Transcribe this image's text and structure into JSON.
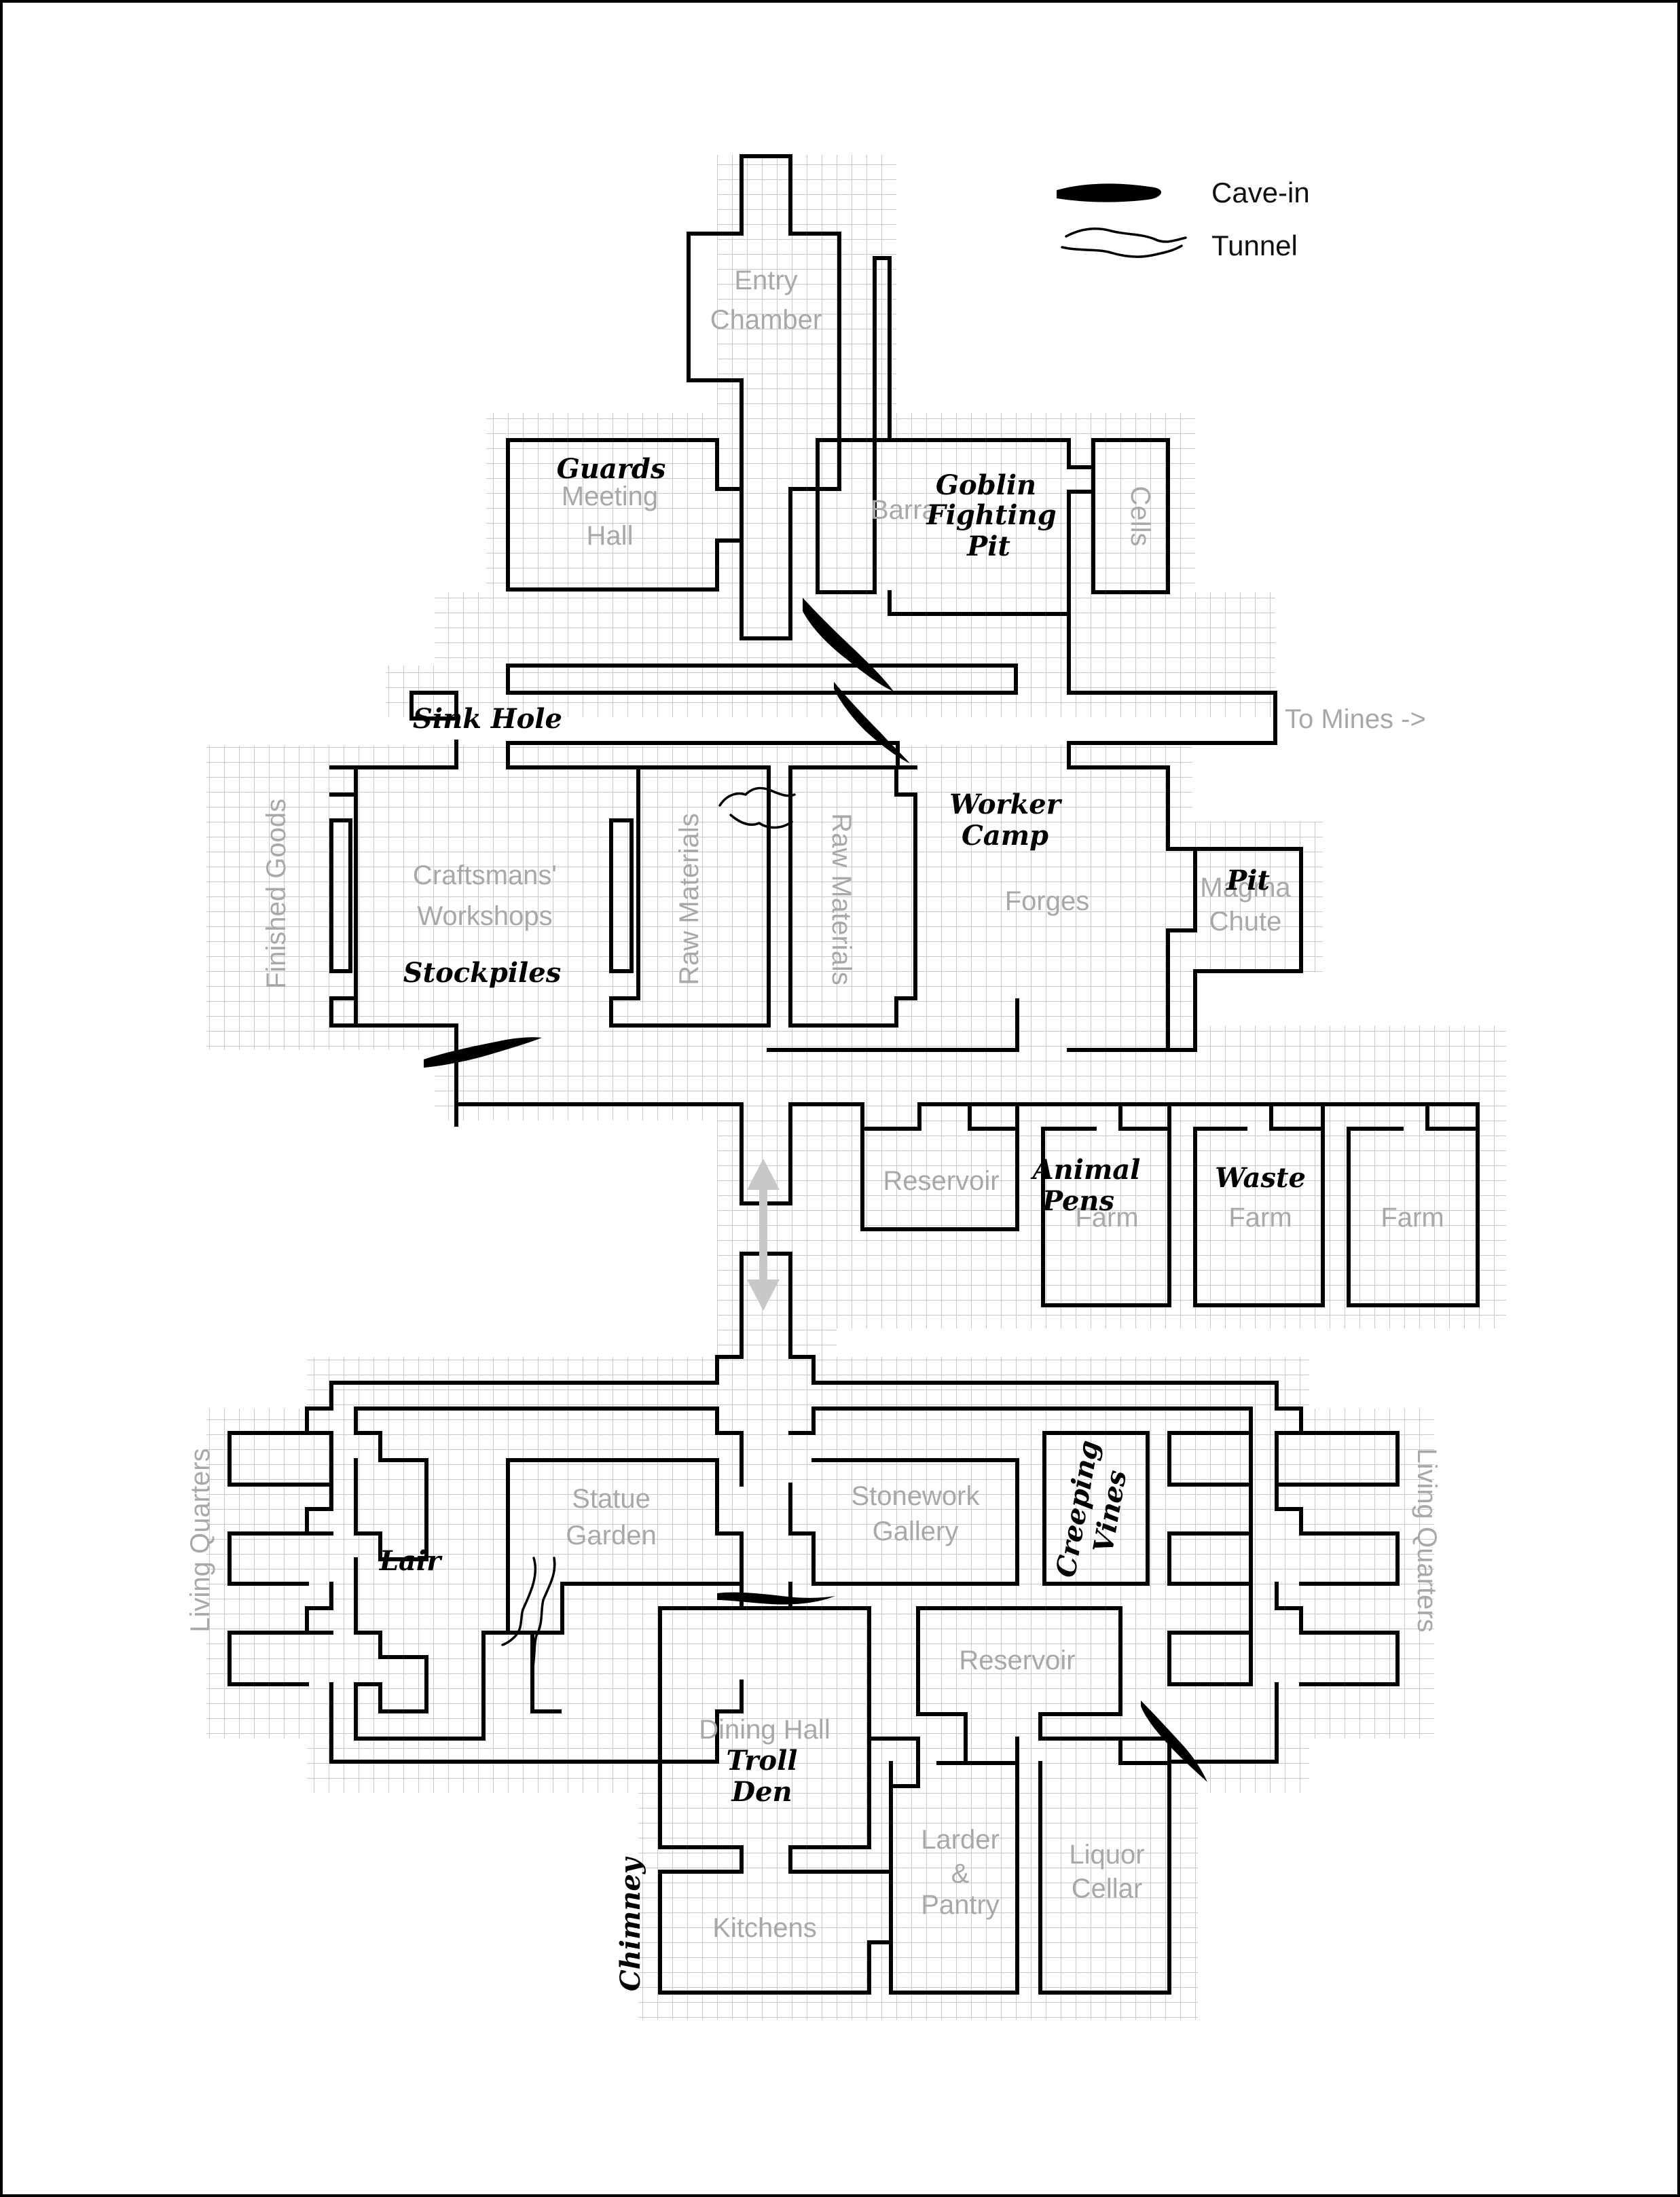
{
  "legend": {
    "cave_in": "Cave-in",
    "tunnel": "Tunnel",
    "cave_in_icon": "cave-in-icon",
    "tunnel_icon": "tunnel-icon"
  },
  "original_rooms": {
    "entry_chamber": [
      "Entry",
      "Chamber"
    ],
    "meeting_hall": [
      "Meeting",
      "Hall"
    ],
    "barracks": "Barra",
    "cells": "Cells",
    "to_mines": "To Mines ->",
    "finished_goods": "Finished Goods",
    "craftsmans_workshops": [
      "Craftsmans'",
      "Workshops"
    ],
    "raw_materials_left": "Raw Materials",
    "raw_materials_right": "Raw Materials",
    "forges": "Forges",
    "magma_chute": [
      "Magma",
      "Chute"
    ],
    "reservoir_upper": "Reservoir",
    "farm_1": "Farm",
    "farm_2": "Farm",
    "farm_3": "Farm",
    "living_quarters_left": "Living Quarters",
    "living_quarters_right": "Living Quarters",
    "statue_garden": [
      "Statue",
      "Garden"
    ],
    "stonework_gallery": [
      "Stonework",
      "Gallery"
    ],
    "reservoir_lower": "Reservoir",
    "dining_hall": "Dining Hall",
    "larder_pantry": [
      "Larder",
      "&",
      "Pantry"
    ],
    "liquor_cellar": [
      "Liquor",
      "Cellar"
    ],
    "kitchens": "Kitchens"
  },
  "new_features": {
    "guards": "Guards",
    "goblin_fighting_pit": [
      "Goblin",
      "Fighting",
      "Pit"
    ],
    "sink_hole": "Sink Hole",
    "worker_camp": [
      "Worker",
      "Camp"
    ],
    "pit": "Pit",
    "stockpiles": "Stockpiles",
    "animal_pens": [
      "Animal",
      "Pens"
    ],
    "waste": "Waste",
    "creeping_vines": [
      "Creeping",
      "Vines"
    ],
    "lair": "Lair",
    "troll_den": [
      "Troll",
      "Den"
    ],
    "chimney": "Chimney"
  },
  "colors": {
    "wall": "#000000",
    "grid": "#c9c9c9",
    "original_label": "#a8a8a8",
    "feature_label": "#000000",
    "stair_arrow": "#c8c8c8"
  }
}
